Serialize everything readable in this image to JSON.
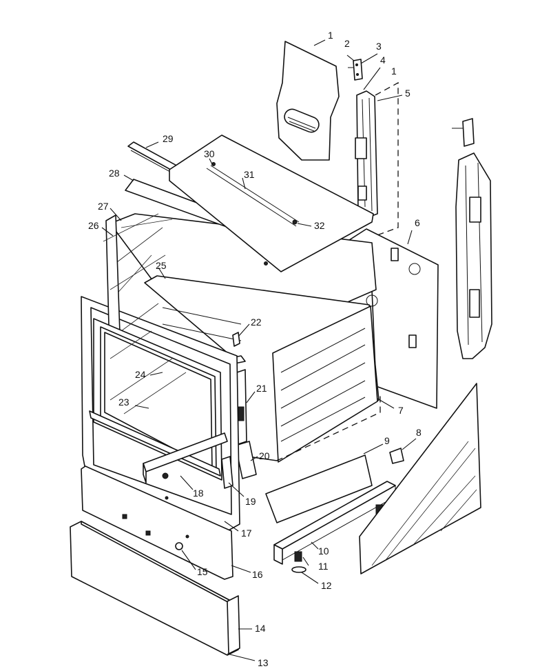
{
  "callouts": [
    {
      "id": "c1",
      "text": "1"
    },
    {
      "id": "c2",
      "text": "2"
    },
    {
      "id": "c3",
      "text": "3"
    },
    {
      "id": "c4",
      "text": "4"
    },
    {
      "id": "c1b",
      "text": "1"
    },
    {
      "id": "c5",
      "text": "5"
    },
    {
      "id": "c6",
      "text": "6"
    },
    {
      "id": "c7",
      "text": "7"
    },
    {
      "id": "c8",
      "text": "8"
    },
    {
      "id": "c9",
      "text": "9"
    },
    {
      "id": "c10",
      "text": "10"
    },
    {
      "id": "c11",
      "text": "11"
    },
    {
      "id": "c12",
      "text": "12"
    },
    {
      "id": "c13",
      "text": "13"
    },
    {
      "id": "c14",
      "text": "14"
    },
    {
      "id": "c15",
      "text": "15"
    },
    {
      "id": "c16",
      "text": "16"
    },
    {
      "id": "c17",
      "text": "17"
    },
    {
      "id": "c18",
      "text": "18"
    },
    {
      "id": "c19",
      "text": "19"
    },
    {
      "id": "c20",
      "text": "20"
    },
    {
      "id": "c21",
      "text": "21"
    },
    {
      "id": "c22",
      "text": "22"
    },
    {
      "id": "c23",
      "text": "23"
    },
    {
      "id": "c24",
      "text": "24"
    },
    {
      "id": "c25",
      "text": "25"
    },
    {
      "id": "c26",
      "text": "26"
    },
    {
      "id": "c27",
      "text": "27"
    },
    {
      "id": "c28",
      "text": "28"
    },
    {
      "id": "c29",
      "text": "29"
    },
    {
      "id": "c30",
      "text": "30"
    },
    {
      "id": "c31",
      "text": "31"
    },
    {
      "id": "c32",
      "text": "32"
    }
  ]
}
